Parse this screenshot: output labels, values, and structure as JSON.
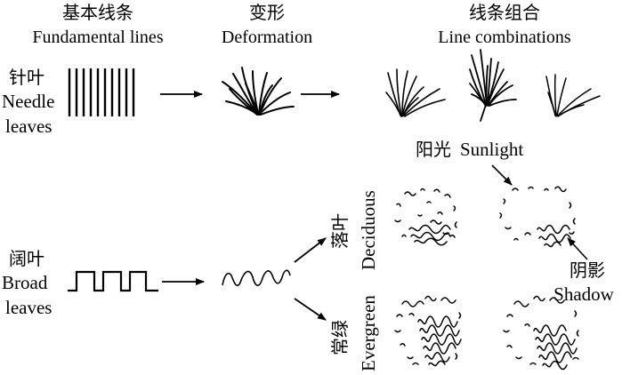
{
  "headers": {
    "fundamental": {
      "zh": "基本线条",
      "en": "Fundamental lines"
    },
    "deformation": {
      "zh": "变形",
      "en": "Deformation"
    },
    "combinations": {
      "zh": "线条组合",
      "en": "Line combinations"
    }
  },
  "rows": {
    "needle": {
      "zh": "针叶",
      "en_line1": "Needle",
      "en_line2": "leaves"
    },
    "broad": {
      "zh": "阔叶",
      "en_line1": "Broad",
      "en_line2": "leaves"
    }
  },
  "branches": {
    "deciduous": {
      "zh": "落叶",
      "en": "Deciduous"
    },
    "evergreen": {
      "zh": "常绿",
      "en": "Evergreen"
    }
  },
  "annotations": {
    "sunlight": {
      "zh": "阳光",
      "en": "Sunlight"
    },
    "shadow": {
      "zh": "阴影",
      "en": "Shadow"
    }
  },
  "colors": {
    "ink": "#000000",
    "background": "#ffffff"
  }
}
